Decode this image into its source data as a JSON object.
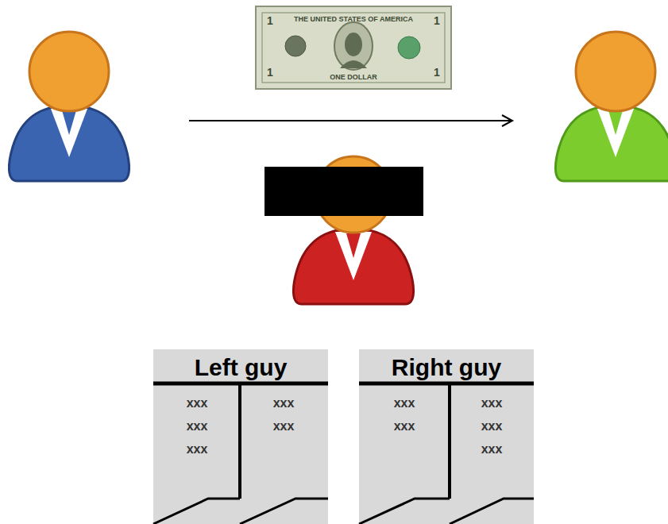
{
  "diagram": {
    "nodes": [
      {
        "text": [
          "Left guy",
          "xxx",
          "xxx",
          "xxx",
          "xxx",
          "xxx"
        ]
      },
      {
        "text": [
          "Right guy",
          "xxx",
          "xxx",
          "xxx",
          "xxx",
          "xxx"
        ]
      }
    ],
    "labels": [
      "THE UNITED STATES OF AMERICA",
      "1",
      "1",
      "1",
      "1",
      "ONE DOLLAR"
    ]
  }
}
